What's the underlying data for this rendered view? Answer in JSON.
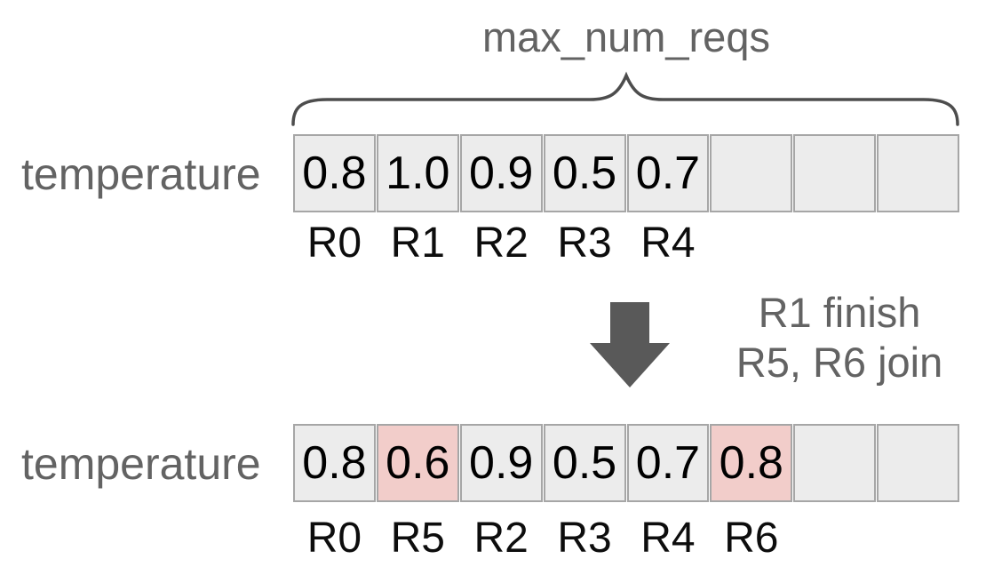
{
  "title": "max_num_reqs",
  "rows": [
    {
      "label": "temperature",
      "cells": [
        "0.8",
        "1.0",
        "0.9",
        "0.5",
        "0.7",
        "",
        "",
        ""
      ],
      "tags": [
        "R0",
        "R1",
        "R2",
        "R3",
        "R4",
        "",
        "",
        ""
      ],
      "highlights": []
    },
    {
      "label": "temperature",
      "cells": [
        "0.8",
        "0.6",
        "0.9",
        "0.5",
        "0.7",
        "0.8",
        "",
        ""
      ],
      "tags": [
        "R0",
        "R5",
        "R2",
        "R3",
        "R4",
        "R6",
        "",
        ""
      ],
      "highlights": [
        1,
        5
      ]
    }
  ],
  "transition": {
    "lines": [
      "R1 finish",
      "R5, R6 join"
    ]
  },
  "icons": {
    "arrow": "down-block-arrow",
    "brace": "curly-brace-over-array"
  },
  "colors": {
    "cell_bg": "#ececec",
    "cell_border": "#a6a6a6",
    "highlight_bg": "#f2cdca",
    "text_gray": "#636363",
    "arrow_fill": "#595959",
    "brace_stroke": "#4d4d4d"
  }
}
